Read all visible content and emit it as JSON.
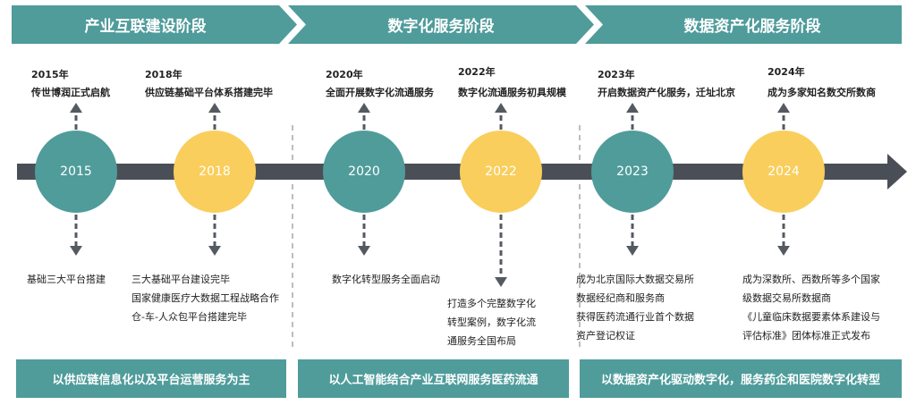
{
  "phases": [
    {
      "label": "产业互联建设阶段"
    },
    {
      "label": "数字化服务阶段"
    },
    {
      "label": "数据资产化服务阶段"
    }
  ],
  "events": [
    {
      "year": "2015",
      "top_year": "2015年",
      "top_title": "传世博润正式启航",
      "color": "teal",
      "bottom_lines": [
        "基础三大平台搭建"
      ]
    },
    {
      "year": "2018",
      "top_year": "2018年",
      "top_title": "供应链基础平台体系搭建完毕",
      "color": "yellow",
      "bottom_lines": [
        "三大基础平台建设完毕",
        "国家健康医疗大数据工程战略合作",
        "仓-车-人众包平台搭建完毕"
      ]
    },
    {
      "year": "2020",
      "top_year": "2020年",
      "top_title": "全面开展数字化流通服务",
      "color": "teal",
      "bottom_lines": [
        "数字化转型服务全面启动"
      ]
    },
    {
      "year": "2022",
      "top_year": "2022年",
      "top_title": "数字化流通服务初具规模",
      "color": "yellow",
      "bottom_lines": [
        "打造多个完整数字化",
        "转型案例，数字化流",
        "通服务全国布局"
      ]
    },
    {
      "year": "2023",
      "top_year": "2023年",
      "top_title": "开启数据资产化服务，迁址北京",
      "color": "teal",
      "bottom_lines": [
        "成为北京国际大数据交易所",
        "数据经纪商和服务商",
        "获得医药流通行业首个数据",
        "资产登记权证"
      ]
    },
    {
      "year": "2024",
      "top_year": "2024年",
      "top_title": "成为多家知名数交所数商",
      "color": "yellow",
      "bottom_lines": [
        "成为深数所、西数所等多个国家",
        "级数据交易所数据商",
        "《儿童临床数据要素体系建设与",
        "评估标准》团体标准正式发布"
      ]
    }
  ],
  "summaries": [
    {
      "label": "以供应链信息化以及平台运营服务为主"
    },
    {
      "label": "以人工智能结合产业互联网服务医药流通"
    },
    {
      "label": "以数据资产化驱动数字化，服务药企和医院数字化转型"
    }
  ],
  "colors": {
    "teal": "#4f9c9b",
    "yellow": "#f9ce5c",
    "axis": "#4a4f57",
    "dash": "#555a61",
    "divider": "#bdbdbd"
  }
}
